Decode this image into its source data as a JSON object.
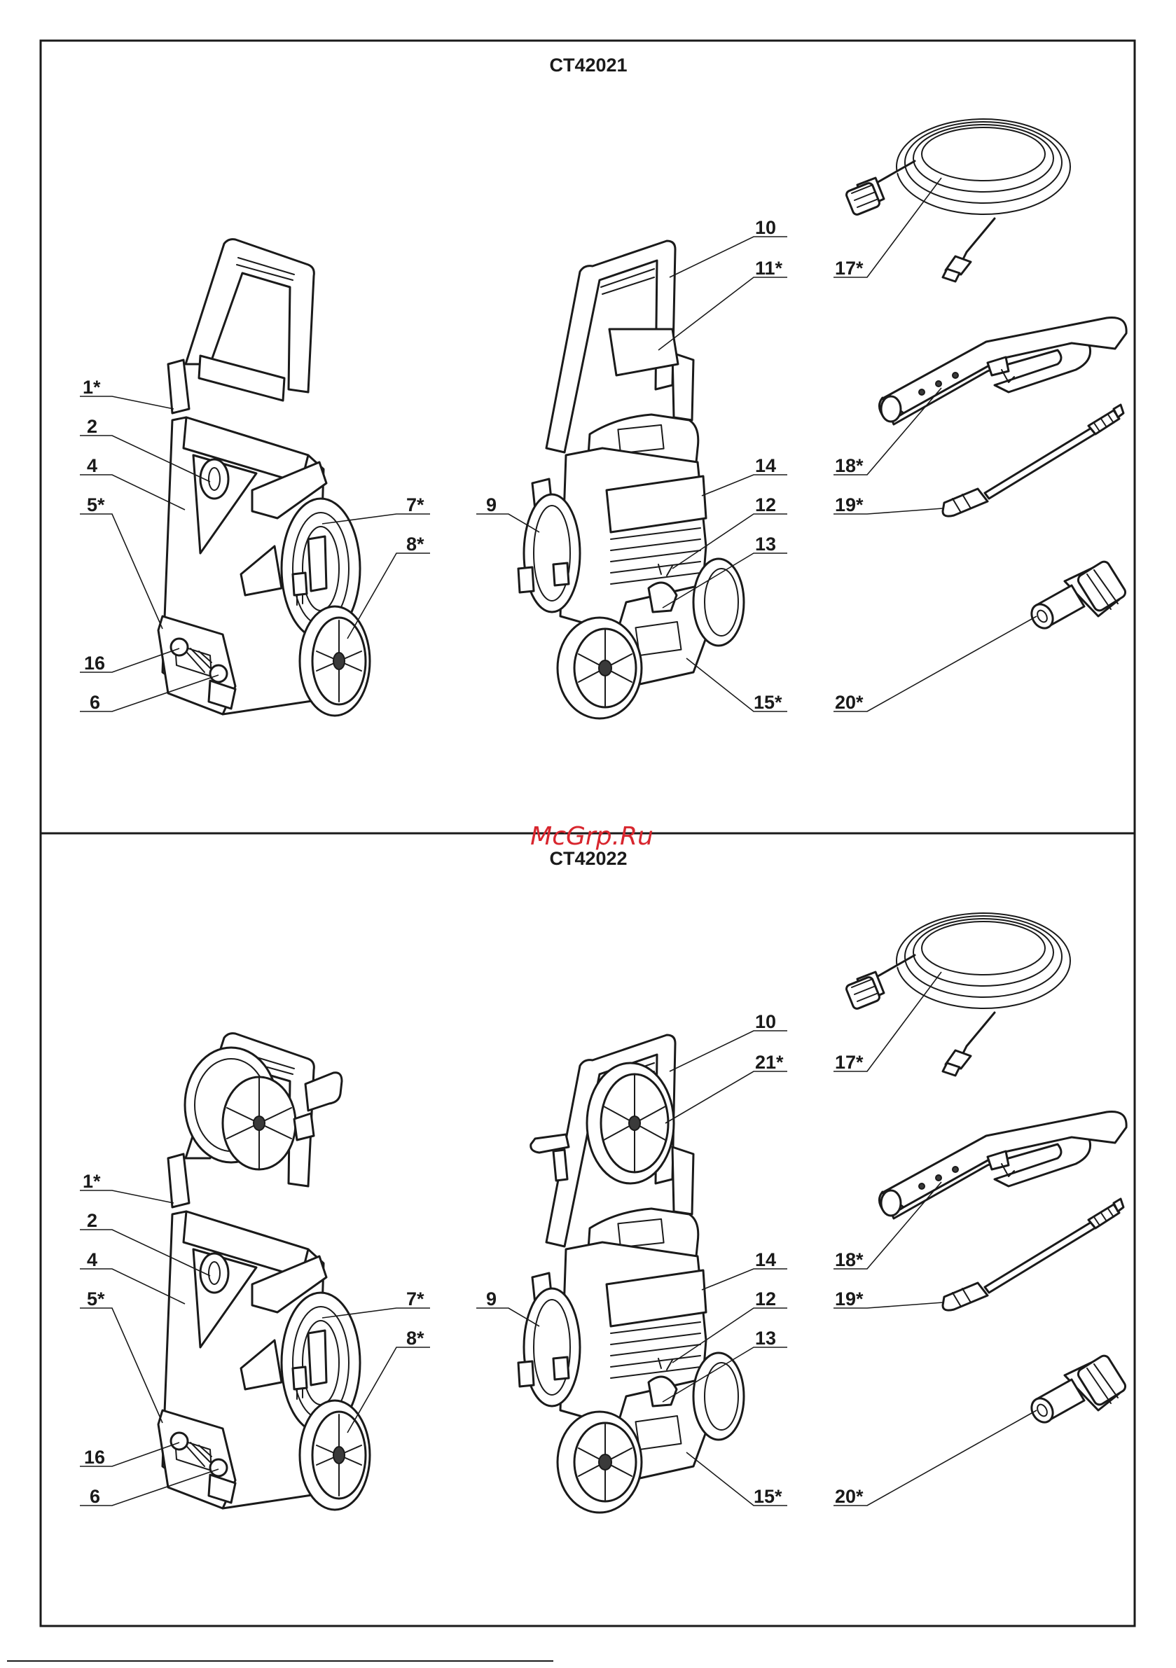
{
  "panels": [
    {
      "title": "CT42021",
      "labels": [
        "1*",
        "2",
        "4",
        "5*",
        "16",
        "6",
        "7*",
        "8*",
        "9",
        "10",
        "11*",
        "14",
        "12",
        "13",
        "15*",
        "17*",
        "18*",
        "19*",
        "20*"
      ]
    },
    {
      "title": "CT42022",
      "labels": [
        "1*",
        "2",
        "4",
        "5*",
        "16",
        "6",
        "7*",
        "8*",
        "9",
        "10",
        "21*",
        "14",
        "12",
        "13",
        "15*",
        "17*",
        "18*",
        "19*",
        "20*"
      ]
    }
  ],
  "watermark": "McGrp.Ru",
  "colors": {
    "ink": "#1a1a1a",
    "watermark": "#d8262e",
    "background": "#ffffff"
  }
}
